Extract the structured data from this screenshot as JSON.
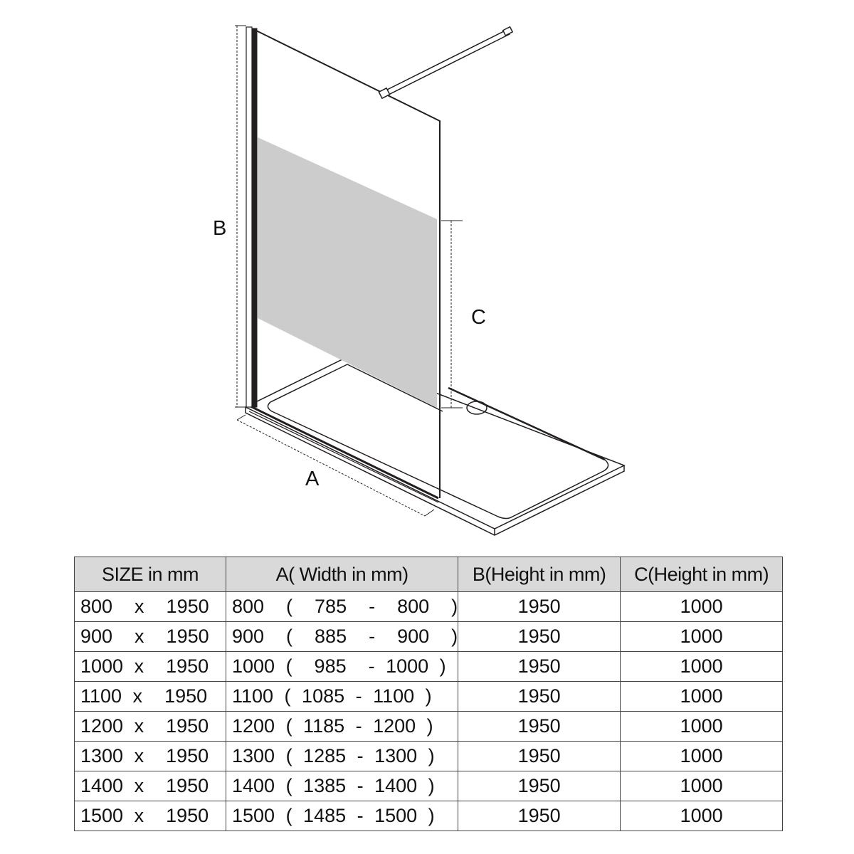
{
  "diagram": {
    "labels": {
      "a": "A",
      "b": "B",
      "c": "C"
    },
    "colors": {
      "frosted_band": "#cccccc",
      "line": "#231f20",
      "header_bg": "#d9d9d9"
    }
  },
  "table": {
    "headers": [
      "SIZE  in mm",
      "A( Width  in mm)",
      "B(Height in mm)",
      "C(Height in mm)"
    ],
    "rows": [
      [
        "800  x  1950",
        "800  (  785  -  800  )",
        "1950",
        "1000"
      ],
      [
        "900  x  1950",
        "900  (  885  -  900  )",
        "1950",
        "1000"
      ],
      [
        "1000 x  1950",
        "1000 (  985  - 1000 )",
        "1950",
        "1000"
      ],
      [
        "1100 x  1950",
        "1100 ( 1085 - 1100 )",
        "1950",
        "1000"
      ],
      [
        "1200 x  1950",
        "1200 ( 1185 - 1200 )",
        "1950",
        "1000"
      ],
      [
        "1300 x  1950",
        "1300 ( 1285 - 1300 )",
        "1950",
        "1000"
      ],
      [
        "1400 x  1950",
        "1400 ( 1385 - 1400 )",
        "1950",
        "1000"
      ],
      [
        "1500 x  1950",
        "1500 ( 1485 - 1500 )",
        "1950",
        "1000"
      ]
    ]
  }
}
